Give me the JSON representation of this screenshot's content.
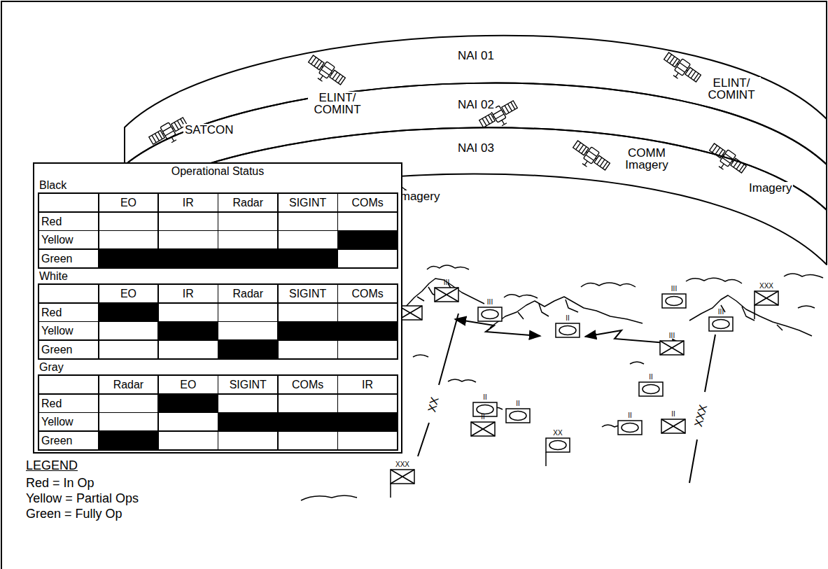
{
  "diagram": {
    "nodes": [
      {
        "text": [
          "NAI 01"
        ]
      },
      {
        "text": [
          "NAI 02"
        ]
      },
      {
        "text": [
          "NAI 03"
        ]
      },
      {
        "text": [
          "Operational Status"
        ]
      },
      {
        "text": [
          "Black"
        ],
        "in": 3
      },
      {
        "text": [
          "White"
        ],
        "in": 3
      },
      {
        "text": [
          "Gray"
        ],
        "in": 3
      }
    ],
    "labels": [
      "ELINT/ COMINT",
      "ELINT/ COMINT",
      "SATCON",
      "COMM Imagery",
      "Imagery",
      "Imagery",
      "EO",
      "IR",
      "Radar",
      "SIGINT",
      "COMs",
      "Red",
      "Yellow",
      "Green",
      "EO",
      "IR",
      "Radar",
      "SIGINT",
      "COMs",
      "Red",
      "Yellow",
      "Green",
      "Radar",
      "EO",
      "SIGINT",
      "COMs",
      "IR",
      "Red",
      "Yellow",
      "Green",
      "III",
      "XXX",
      "III",
      "III",
      "III",
      "II",
      "III",
      "II",
      "II",
      "II",
      "II",
      "II",
      "II",
      "XX",
      "XXX",
      "XX",
      "XXX",
      "LEGEND"
    ],
    "legend": [
      {
        "text": "Red = In Op"
      },
      {
        "text": "Yellow = Partial Ops"
      },
      {
        "text": "Green = Fully Op"
      }
    ]
  }
}
